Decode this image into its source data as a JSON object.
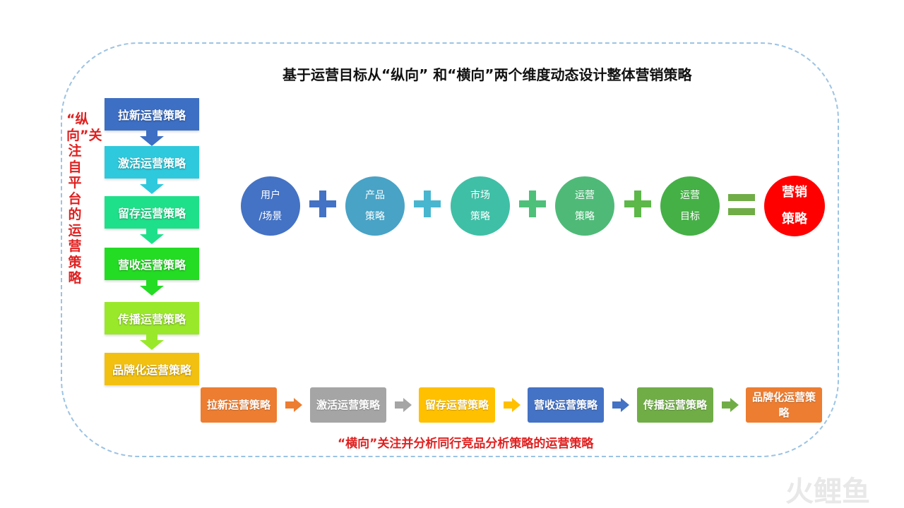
{
  "title": "基于运营目标从“纵向” 和“横向”两个维度动态设计整体营销策略",
  "vertical_label": "“纵向”关注自平台的运营策略",
  "vertical_steps": [
    {
      "label": "拉新运营策略",
      "color": "#3d6fc4"
    },
    {
      "label": "激活运营策略",
      "color": "#2ec9dc"
    },
    {
      "label": "留存运营策略",
      "color": "#1fe08a"
    },
    {
      "label": "营收运营策略",
      "color": "#24dc24"
    },
    {
      "label": "传播运营策略",
      "color": "#9ae82a"
    },
    {
      "label": "品牌化运营策略",
      "color": "#f2c010"
    }
  ],
  "equation": {
    "terms": [
      {
        "line1": "用户",
        "line2": "/场景",
        "color": "#4472c4"
      },
      {
        "line1": "产品",
        "line2": "策略",
        "color": "#48a3c6"
      },
      {
        "line1": "市场",
        "line2": "策略",
        "color": "#3fbfa6"
      },
      {
        "line1": "运营",
        "line2": "策略",
        "color": "#4fba78"
      },
      {
        "line1": "运营",
        "line2": "目标",
        "color": "#45b046"
      }
    ],
    "plus_colors": [
      "#4472c4",
      "#48b6cf",
      "#4fc07a",
      "#5cb848"
    ],
    "result": {
      "line1": "营销",
      "line2": "策略",
      "color": "#ff0000"
    }
  },
  "horizontal_steps": [
    {
      "label": "拉新运营策略",
      "color": "#ed7d31"
    },
    {
      "label": "激活运营策略",
      "color": "#a5a5a5"
    },
    {
      "label": "留存运营策略",
      "color": "#ffc000"
    },
    {
      "label": "营收运营策略",
      "color": "#4472c4"
    },
    {
      "label": "传播运营策略",
      "color": "#70ad47"
    },
    {
      "label": "品牌化运营策略",
      "color": "#ed7d31"
    }
  ],
  "horizontal_arrow_colors": [
    "#ed7d31",
    "#a5a5a5",
    "#ffc000",
    "#4472c4",
    "#70ad47"
  ],
  "horizontal_label": "“横向”关注并分析同行竞品分析策略的运营策略",
  "logo": {
    "text": "火鲤鱼",
    "color": "#e8e8e8"
  }
}
